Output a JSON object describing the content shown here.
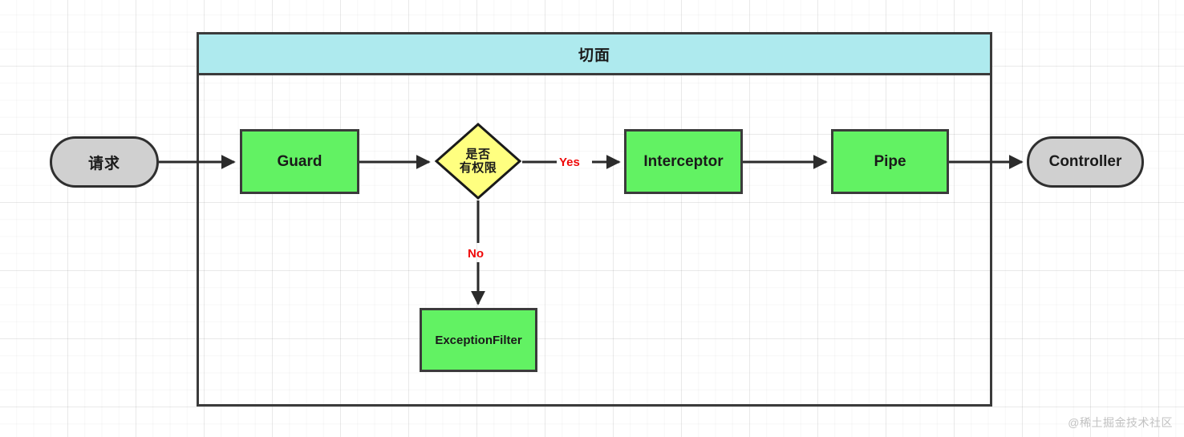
{
  "diagram": {
    "title": "NestJS request lifecycle flowchart",
    "container": {
      "header_label": "切面",
      "header_fill": "#aeeaee",
      "border_color": "#3b3b3b"
    },
    "nodes": [
      {
        "id": "request",
        "label": "请求",
        "shape": "stadium",
        "fill": "#d0d0d0"
      },
      {
        "id": "guard",
        "label": "Guard",
        "shape": "rect",
        "fill": "#62f263"
      },
      {
        "id": "decision",
        "label_line1": "是否",
        "label_line2": "有权限",
        "shape": "diamond",
        "fill": "#ffff80"
      },
      {
        "id": "interceptor",
        "label": "Interceptor",
        "shape": "rect",
        "fill": "#62f263"
      },
      {
        "id": "pipe",
        "label": "Pipe",
        "shape": "rect",
        "fill": "#62f263"
      },
      {
        "id": "controller",
        "label": "Controller",
        "shape": "stadium",
        "fill": "#d0d0d0"
      },
      {
        "id": "exception-filter",
        "label": "ExceptionFilter",
        "shape": "rect",
        "fill": "#62f263"
      }
    ],
    "edge_labels": [
      {
        "id": "yes",
        "label": "Yes",
        "color": "#ef0808"
      },
      {
        "id": "no",
        "label": "No",
        "color": "#ef0808"
      }
    ],
    "watermark": "@稀土掘金技术社区"
  }
}
